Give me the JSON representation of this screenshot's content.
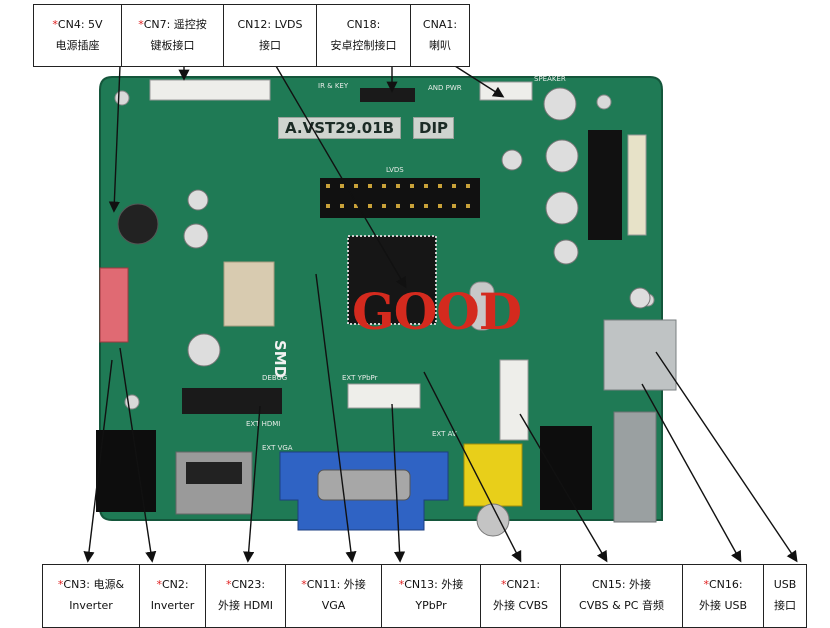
{
  "board": {
    "model": "A.VST29.01B",
    "variant": "DIP",
    "stamp": "GOOD",
    "smd_mark": "SMD",
    "silkscreen": {
      "speaker": "SPEAKER",
      "ir_key": "IR & KEY",
      "and_pwr": "AND PWR",
      "lvds": "LVDS",
      "debug": "DEBUG",
      "ext_ypbpr": "EXT YPbPr",
      "ext_hdmi": "EXT HDMI",
      "ext_vga": "EXT VGA",
      "ext_av": "EXT AV"
    }
  },
  "top_labels": [
    {
      "star": "*",
      "code": "CN4: 5V",
      "desc": "电源插座"
    },
    {
      "star": "*",
      "code": "CN7: 遥控按",
      "desc": "键板接口"
    },
    {
      "star": "",
      "code": "CN12: LVDS",
      "desc": "接口"
    },
    {
      "star": "",
      "code": "CN18:",
      "desc": "安卓控制接口"
    },
    {
      "star": "",
      "code": "CNA1:",
      "desc": "喇叭"
    }
  ],
  "bottom_labels": [
    {
      "star": "*",
      "code": "CN3: 电源&",
      "desc": "Inverter"
    },
    {
      "star": "*",
      "code": "CN2:",
      "desc": "Inverter"
    },
    {
      "star": "*",
      "code": "CN23:",
      "desc": "外接 HDMI"
    },
    {
      "star": "*",
      "code": "CN11: 外接",
      "desc": "VGA"
    },
    {
      "star": "*",
      "code": "CN13: 外接",
      "desc": "YPbPr"
    },
    {
      "star": "*",
      "code": "CN21:",
      "desc": "外接 CVBS"
    },
    {
      "star": "",
      "code": "CN15: 外接",
      "desc": "CVBS & PC 音频"
    },
    {
      "star": "*",
      "code": "CN16:",
      "desc": "外接 USB"
    },
    {
      "star": "",
      "code": "USB",
      "desc": "接口"
    }
  ],
  "colors": {
    "pcb": "#1f7a55",
    "pcb_dark": "#14563b",
    "star": "#e02020",
    "stamp": "#d42a1e",
    "vga": "#2f63c4",
    "av": "#e8cf1a",
    "arrow": "#111111"
  }
}
